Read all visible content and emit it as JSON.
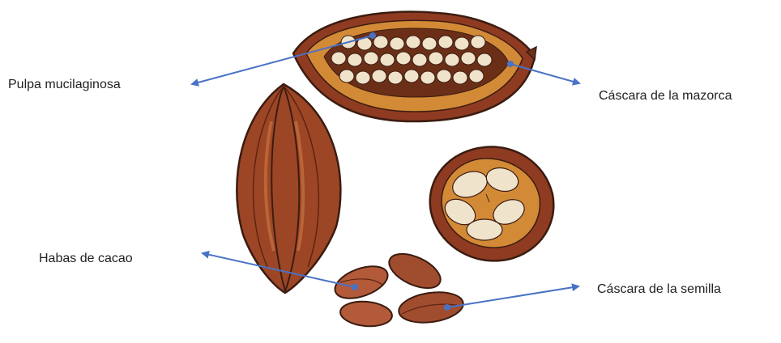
{
  "labels": {
    "pulpa": "Pulpa mucilaginosa",
    "cascara_mazorca": "Cáscara de la mazorca",
    "habas": "Habas de cacao",
    "cascara_semilla": "Cáscara de la semilla"
  },
  "colors": {
    "arrow": "#4a72c4",
    "husk_outer": "#8f3b22",
    "husk_inner": "#d38a36",
    "bean": "#efe3cc",
    "seed": "#b25a3a",
    "outline": "#3b1c10"
  },
  "icons": {
    "open_pod": "cacao-pod-half-icon",
    "whole_pod": "cacao-pod-whole-icon",
    "cross_section": "cacao-cross-section-icon",
    "seeds": "cacao-seed-icon"
  }
}
